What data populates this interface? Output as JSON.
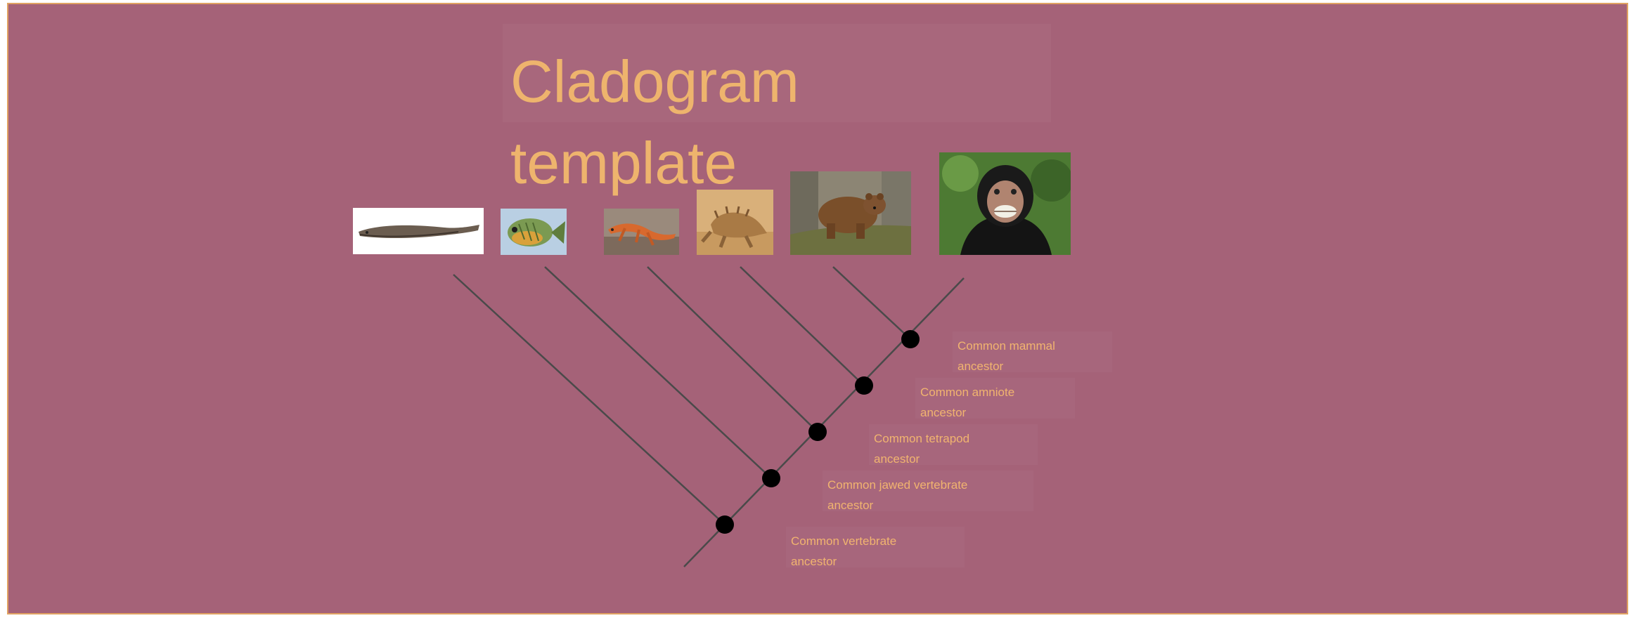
{
  "title": "Cladogram template",
  "colors": {
    "background": "#a56278",
    "border": "#e0a262",
    "title": "#eeb46d",
    "label": "#f1b46f",
    "branch": "#4a4a4a",
    "node": "#000000"
  },
  "taxa": [
    {
      "name": "lamprey",
      "icon": "lamprey-photo"
    },
    {
      "name": "fish",
      "icon": "sunfish-photo"
    },
    {
      "name": "newt",
      "icon": "newt-photo"
    },
    {
      "name": "lizard",
      "icon": "horned-lizard-photo"
    },
    {
      "name": "bear",
      "icon": "brown-bear-photo"
    },
    {
      "name": "chimpanzee",
      "icon": "chimpanzee-photo"
    }
  ],
  "nodes": [
    {
      "label": "Common vertebrate\nancestor"
    },
    {
      "label": "Common jawed vertebrate\nancestor"
    },
    {
      "label": "Common tetrapod\nancestor"
    },
    {
      "label": "Common amniote\nancestor"
    },
    {
      "label": "Common mammal\nancestor"
    }
  ]
}
